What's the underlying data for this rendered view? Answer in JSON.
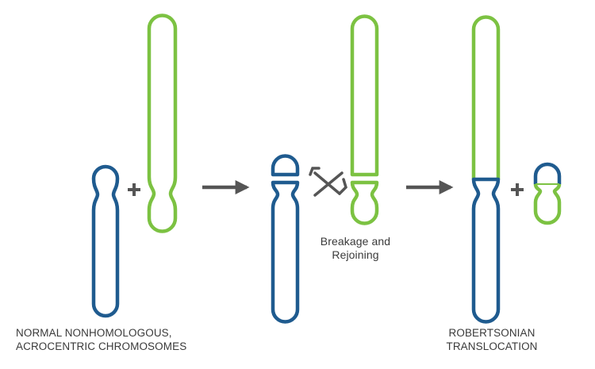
{
  "colors": {
    "blue": "#1f5b8f",
    "green": "#7cc242",
    "arrow": "#555555",
    "text": "#3a3a3a"
  },
  "labels": {
    "normal_line1": "NORMAL NONHOMOLOGOUS,",
    "normal_line2": "ACROCENTRIC CHROMOSOMES",
    "breakage_line1": "Breakage and",
    "breakage_line2": "Rejoining",
    "robertsonian_line1": "ROBERTSONIAN",
    "robertsonian_line2": "TRANSLOCATION"
  },
  "icons": {
    "plus": "plus-icon",
    "arrow": "right-arrow-icon",
    "exchange": "crossed-arrows-icon"
  }
}
